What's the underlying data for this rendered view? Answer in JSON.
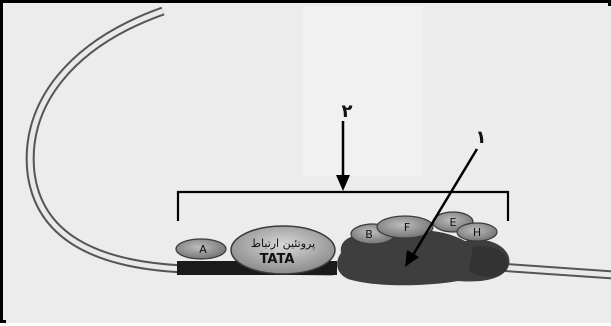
{
  "figure": {
    "callouts": {
      "one": "۱",
      "two": "۲"
    },
    "subunits": {
      "a": "A",
      "b": "B",
      "f": "F",
      "e": "E",
      "h": "H"
    },
    "tata_protein": {
      "line1": "پروتئین ارتباط",
      "line2": "TATA"
    }
  }
}
